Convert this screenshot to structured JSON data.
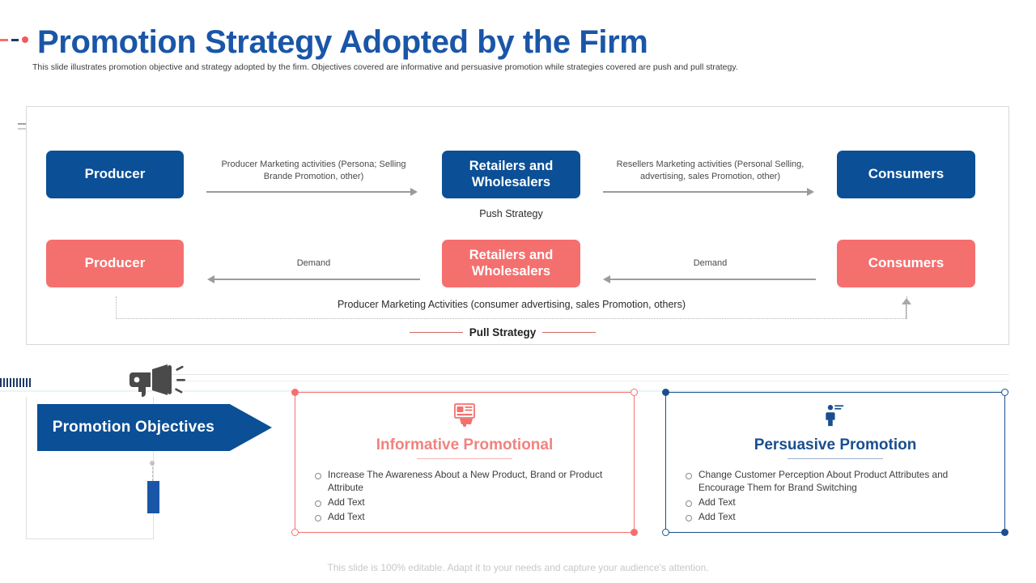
{
  "header": {
    "title": "Promotion Strategy Adopted by the Firm",
    "subtitle": "This slide illustrates promotion objective and strategy adopted by the firm. Objectives covered are informative and persuasive promotion while strategies covered are push and pull strategy.",
    "title_color": "#1A56A8"
  },
  "diagram": {
    "push_row": {
      "nodes": [
        {
          "label": "Producer",
          "color": "#0B4F96"
        },
        {
          "label": "Retailers and Wholesalers",
          "color": "#0B4F96"
        },
        {
          "label": "Consumers",
          "color": "#0B4F96"
        }
      ],
      "arrow1_label": "Producer Marketing activities (Persona; Selling Brande Promotion, other)",
      "arrow2_label": "Resellers Marketing activities (Personal Selling, advertising,  sales Promotion, other)",
      "caption": "Push Strategy"
    },
    "pull_row": {
      "nodes": [
        {
          "label": "Producer",
          "color": "#F4706E"
        },
        {
          "label": "Retailers and Wholesalers",
          "color": "#F4706E"
        },
        {
          "label": "Consumers",
          "color": "#F4706E"
        }
      ],
      "arrow1_label": "Demand",
      "arrow2_label": "Demand",
      "activities": "Producer Marketing  Activities (consumer advertising, sales Promotion, others)",
      "caption": "Pull Strategy"
    }
  },
  "objectives": {
    "banner_label": "Promotion Objectives",
    "banner_color": "#0B4F96",
    "icon": "megaphone-icon"
  },
  "cards": [
    {
      "id": "informative",
      "title": "Informative Promotional",
      "accent": "#F4706E",
      "icon": "billboard-ad-icon",
      "bullets": [
        "Increase The  Awareness  About a New  Product, Brand  or Product Attribute",
        "Add Text",
        "Add Text"
      ]
    },
    {
      "id": "persuasive",
      "title": "Persuasive Promotion",
      "accent": "#1A4E8F",
      "icon": "person-profile-icon",
      "bullets": [
        "Change  Customer  Perception  About  Product  Attributes and Encourage  Them for Brand  Switching",
        "Add Text",
        "Add Text"
      ]
    }
  ],
  "footer": {
    "note": "This slide is 100% editable. Adapt it to your needs and capture your audience's attention."
  }
}
